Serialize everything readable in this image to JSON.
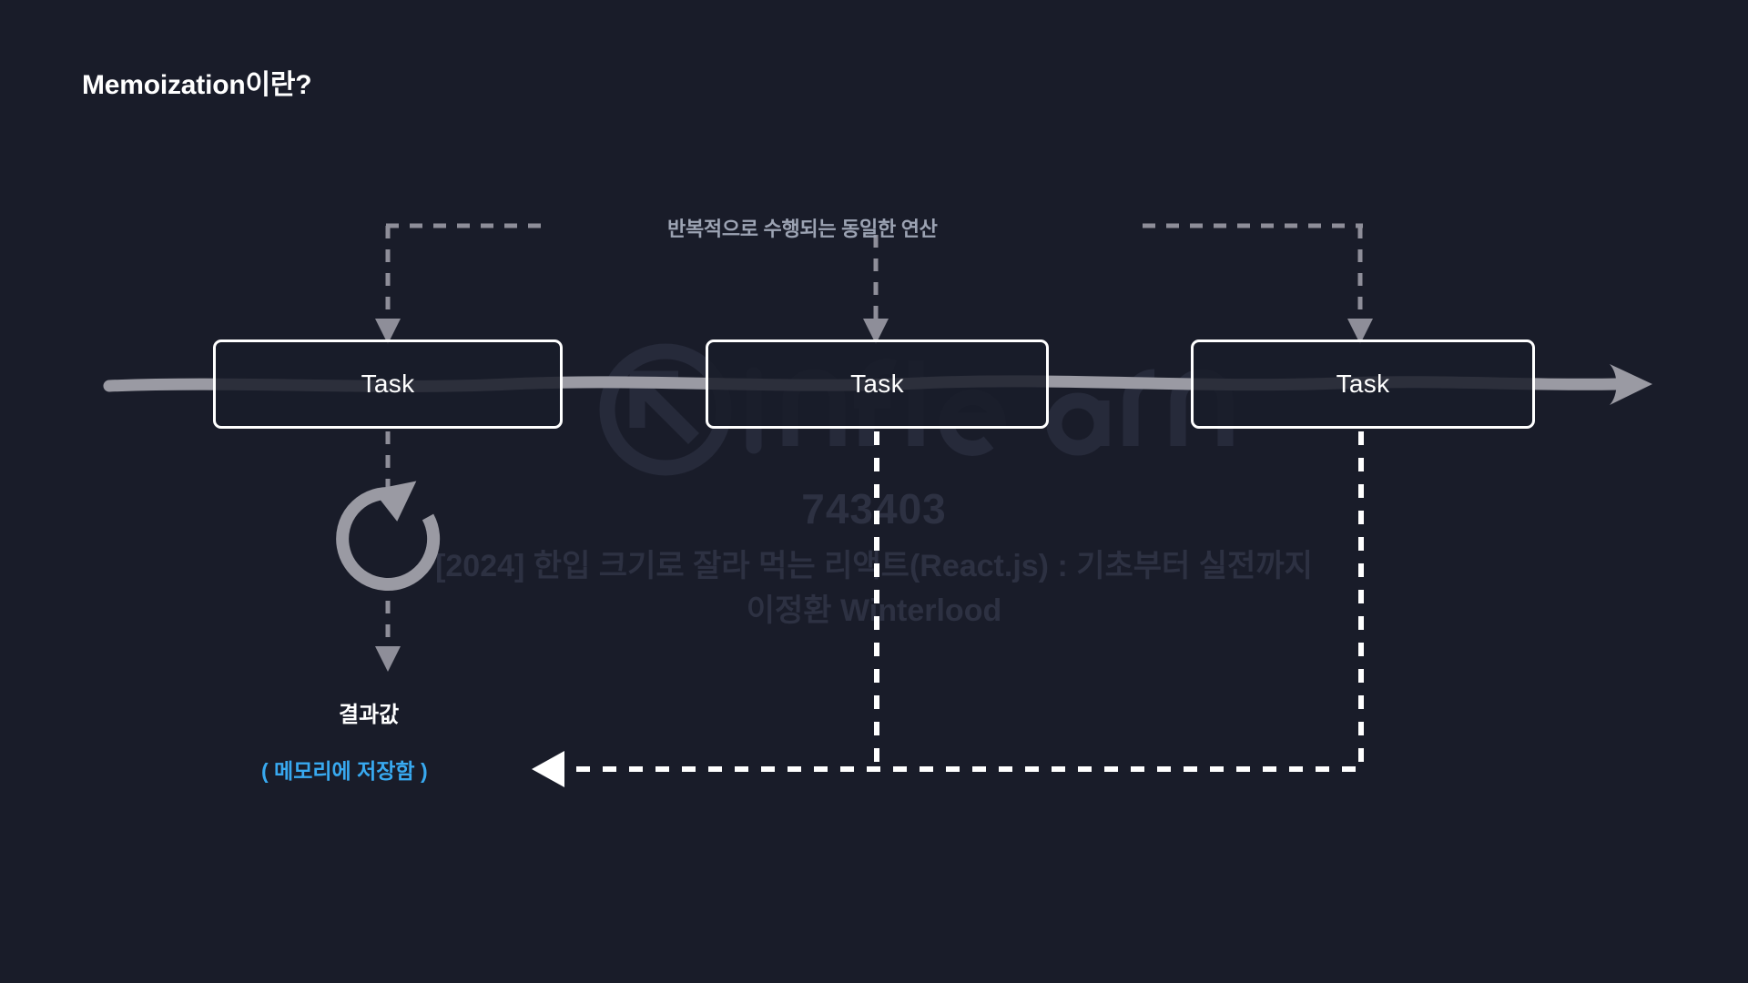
{
  "slide": {
    "title": "Memoization이란?",
    "background_color": "#191c29"
  },
  "diagram": {
    "type": "flow-diagram",
    "repeat_label": "반복적으로 수행되는 동일한 연산",
    "tasks": [
      {
        "label": "Task"
      },
      {
        "label": "Task"
      },
      {
        "label": "Task"
      }
    ],
    "result_label": "결과값",
    "memory_label": "( 메모리에 저장함 )",
    "loop_icon": "refresh-circular-arrow-icon",
    "flow_arrow_icon": "right-arrow-icon",
    "colors": {
      "box_border": "#ffffff",
      "task_text": "#ffffff",
      "flow_line": "#9a9aa3",
      "dashed_gray": "#8e8e99",
      "dashed_white": "#ffffff",
      "repeat_label": "#9ca3b3",
      "memory_label": "#38a9f0",
      "watermark": "#2d3142"
    }
  },
  "watermark": {
    "logo": "inflearn",
    "number": "743403",
    "course": "[2024] 한입 크기로 잘라 먹는 리액트(React.js) : 기초부터 실전까지",
    "author": "이정환 Winterlood"
  }
}
